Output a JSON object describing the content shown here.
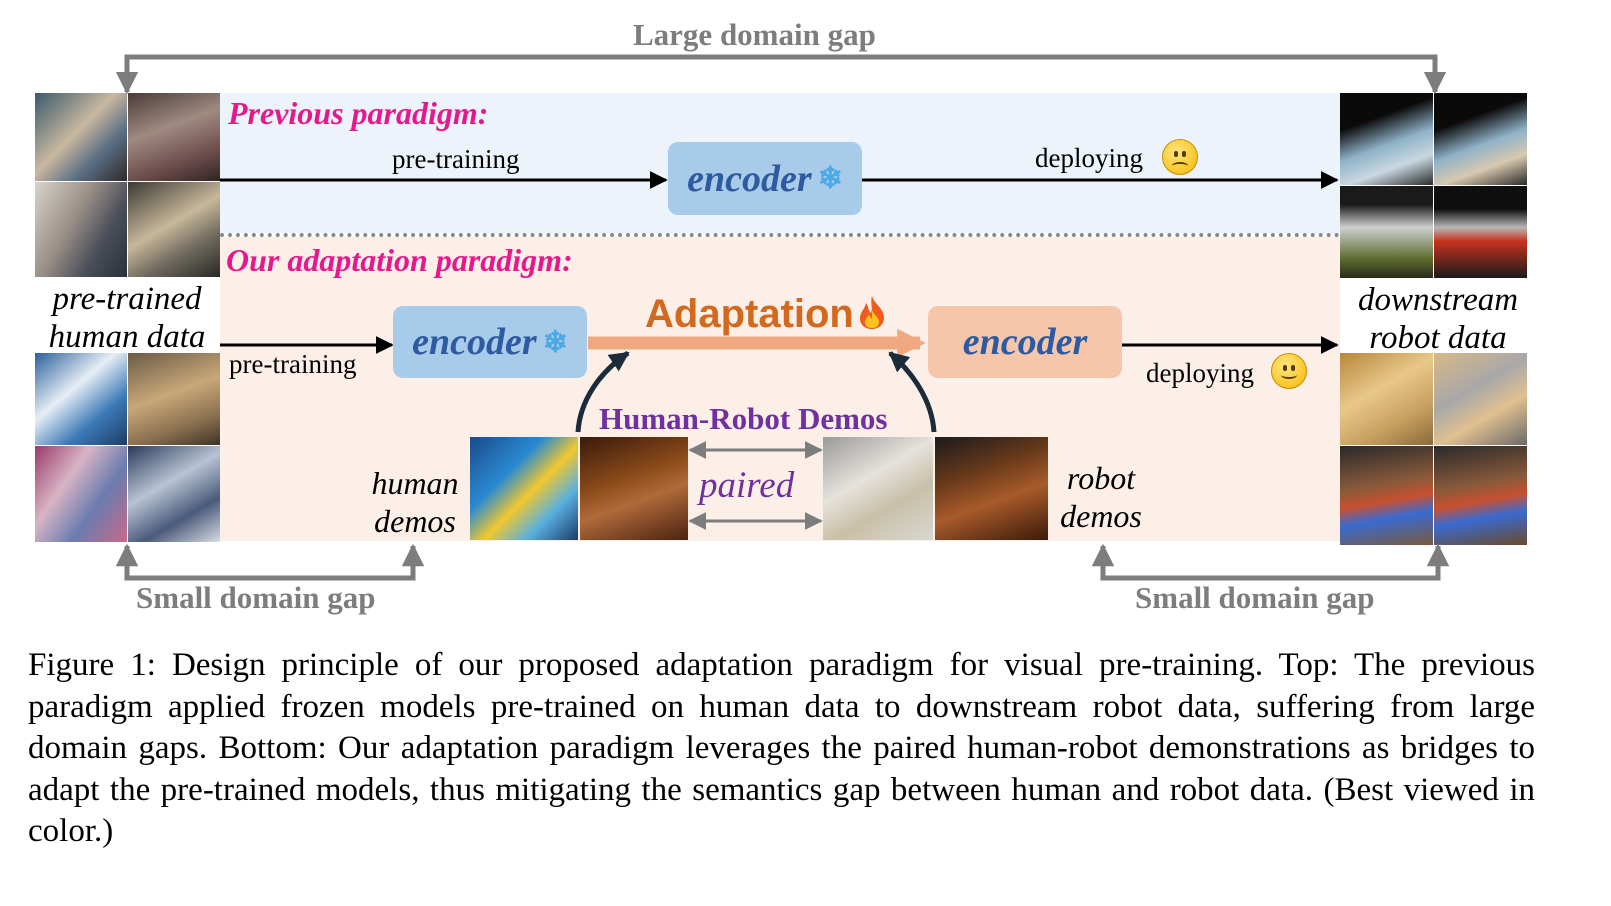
{
  "gap_labels": {
    "top": "Large domain gap",
    "bottom_left": "Small domain gap",
    "bottom_right": "Small domain gap"
  },
  "previous": {
    "heading": "Previous paradigm:",
    "pretraining": "pre-training",
    "encoder": "encoder",
    "deploying": "deploying",
    "encoder_icon": "snowflake-icon",
    "deploy_icon": "sad-face-icon"
  },
  "ours": {
    "heading": "Our adaptation paradigm:",
    "pretraining": "pre-training",
    "encoder_frozen": "encoder",
    "adaptation": "Adaptation",
    "adaptation_icon": "fire-icon",
    "encoder_adapted": "encoder",
    "deploying": "deploying",
    "deploy_icon": "smile-face-icon",
    "demos_title": "Human-Robot Demos",
    "paired": "paired",
    "human_demos": [
      "human",
      "demos"
    ],
    "robot_demos": [
      "robot",
      "demos"
    ]
  },
  "left_side": {
    "label": [
      "pre-trained",
      "human data"
    ]
  },
  "right_side": {
    "label": [
      "downstream",
      "robot data"
    ]
  },
  "colors": {
    "heading_magenta": "#e6198c",
    "gap_gray": "#7d7d7d",
    "top_band": "#ecf3fb",
    "bottom_band": "#fbefe7",
    "encoder_blue": "#a9cbea",
    "encoder_peach": "#f6c6aa",
    "adaptation_orange": "#d2691e",
    "demos_purple": "#7030a0",
    "encoder_text": "#2d5aa0"
  },
  "caption": {
    "label": "Figure 1:",
    "text": "Design principle of our proposed adaptation paradigm for visual pre-training. Top: The previous paradigm applied frozen models pre-trained on human data to downstream robot data, suffering from large domain gaps. Bottom: Our adaptation paradigm leverages the paired human-robot demonstrations as bridges to adapt the pre-trained models, thus mitigating the semantics gap between human and robot data. (Best viewed in color.)"
  }
}
